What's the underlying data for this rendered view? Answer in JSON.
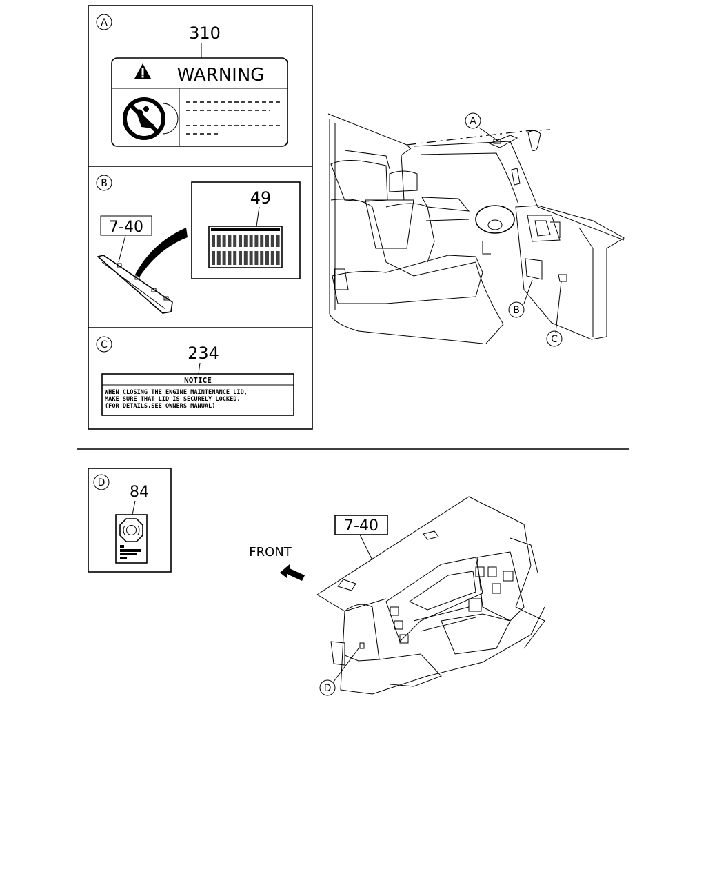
{
  "panel_a": {
    "callout": "A",
    "part_number": "310",
    "label_title": "WARNING"
  },
  "panel_b": {
    "callout": "B",
    "ref_box": "7-40",
    "part_number": "49"
  },
  "panel_c": {
    "callout": "C",
    "part_number": "234",
    "notice_title": "NOTICE",
    "notice_lines": [
      "WHEN CLOSING THE ENGINE MAINTENANCE LID,",
      "MAKE SURE THAT LID IS SECURELY LOCKED.",
      "(FOR DETAILS,SEE OWNERS MANUAL)"
    ]
  },
  "panel_d": {
    "callout": "D",
    "part_number": "84"
  },
  "cab_view": {
    "callouts": [
      "A",
      "B",
      "C"
    ]
  },
  "dash_view": {
    "ref_box": "7-40",
    "direction_label": "FRONT",
    "callout": "D"
  },
  "icons": [
    "warning-triangle-icon",
    "no-child-seat-icon",
    "front-arrow-icon",
    "airbag-symbol-icon"
  ]
}
